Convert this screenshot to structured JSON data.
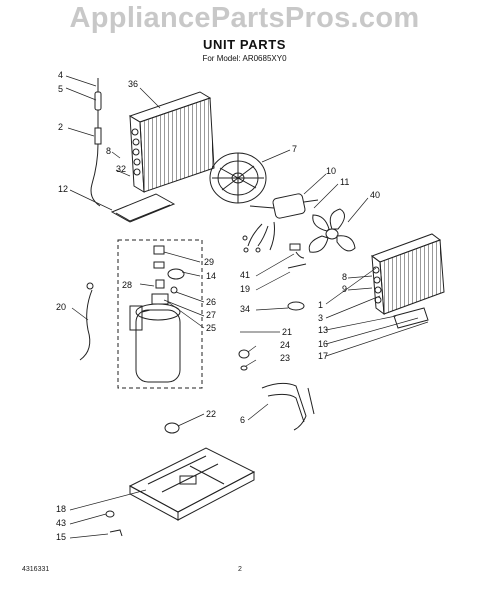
{
  "watermark": "AppliancePartsPros.com",
  "title": "UNIT PARTS",
  "model_line": "For Model: AR0685XY0",
  "footer": {
    "doc_number": "4316331",
    "page_number": "2"
  },
  "callouts": [
    {
      "id": "c4",
      "text": "4"
    },
    {
      "id": "c5",
      "text": "5"
    },
    {
      "id": "c36",
      "text": "36"
    },
    {
      "id": "c2",
      "text": "2"
    },
    {
      "id": "c8a",
      "text": "8"
    },
    {
      "id": "c32",
      "text": "32"
    },
    {
      "id": "c7",
      "text": "7"
    },
    {
      "id": "c10",
      "text": "10"
    },
    {
      "id": "c11",
      "text": "11"
    },
    {
      "id": "c40",
      "text": "40"
    },
    {
      "id": "c12",
      "text": "12"
    },
    {
      "id": "c29",
      "text": "29"
    },
    {
      "id": "c14",
      "text": "14"
    },
    {
      "id": "c28",
      "text": "28"
    },
    {
      "id": "c26",
      "text": "26"
    },
    {
      "id": "c27",
      "text": "27"
    },
    {
      "id": "c25",
      "text": "25"
    },
    {
      "id": "c41",
      "text": "41"
    },
    {
      "id": "c19",
      "text": "19"
    },
    {
      "id": "c34",
      "text": "34"
    },
    {
      "id": "c20",
      "text": "20"
    },
    {
      "id": "c21",
      "text": "21"
    },
    {
      "id": "c24",
      "text": "24"
    },
    {
      "id": "c23",
      "text": "23"
    },
    {
      "id": "c1",
      "text": "1"
    },
    {
      "id": "c8b",
      "text": "8"
    },
    {
      "id": "c9",
      "text": "9"
    },
    {
      "id": "c3",
      "text": "3"
    },
    {
      "id": "c13",
      "text": "13"
    },
    {
      "id": "c16",
      "text": "16"
    },
    {
      "id": "c17",
      "text": "17"
    },
    {
      "id": "c6",
      "text": "6"
    },
    {
      "id": "c22",
      "text": "22"
    },
    {
      "id": "c18",
      "text": "18"
    },
    {
      "id": "c43",
      "text": "43"
    },
    {
      "id": "c15",
      "text": "15"
    }
  ]
}
